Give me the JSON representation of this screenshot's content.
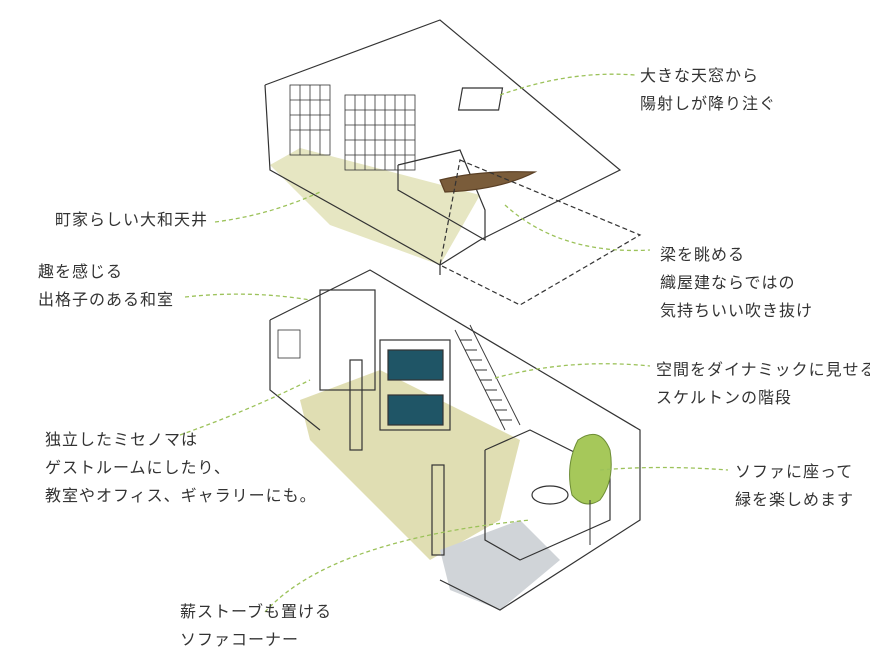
{
  "colors": {
    "leader": "#9cc25a",
    "floor": "#c9cc8a",
    "glass": "#1f5566",
    "tree": "#a6c85a",
    "ink": "#333333",
    "shade": "#c8ccd0"
  },
  "annotations": {
    "skylight": [
      "大きな天窓から",
      "陽射しが降り注ぐ"
    ],
    "ceiling": [
      "町家らしい大和天井"
    ],
    "void": [
      "梁を眺める",
      "織屋建ならではの",
      "気持ちいい吹き抜け"
    ],
    "washitsu": [
      "趣を感じる",
      "出格子のある和室"
    ],
    "stairs": [
      "空間をダイナミックに見せる",
      "スケルトンの階段"
    ],
    "misenoma": [
      "独立したミセノマは",
      "ゲストルームにしたり、",
      "教室やオフィス、ギャラリーにも。"
    ],
    "sofa_green": [
      "ソファに座って",
      "緑を楽しめます"
    ],
    "stove": [
      "薪ストーブも置ける",
      "ソファコーナー"
    ]
  }
}
